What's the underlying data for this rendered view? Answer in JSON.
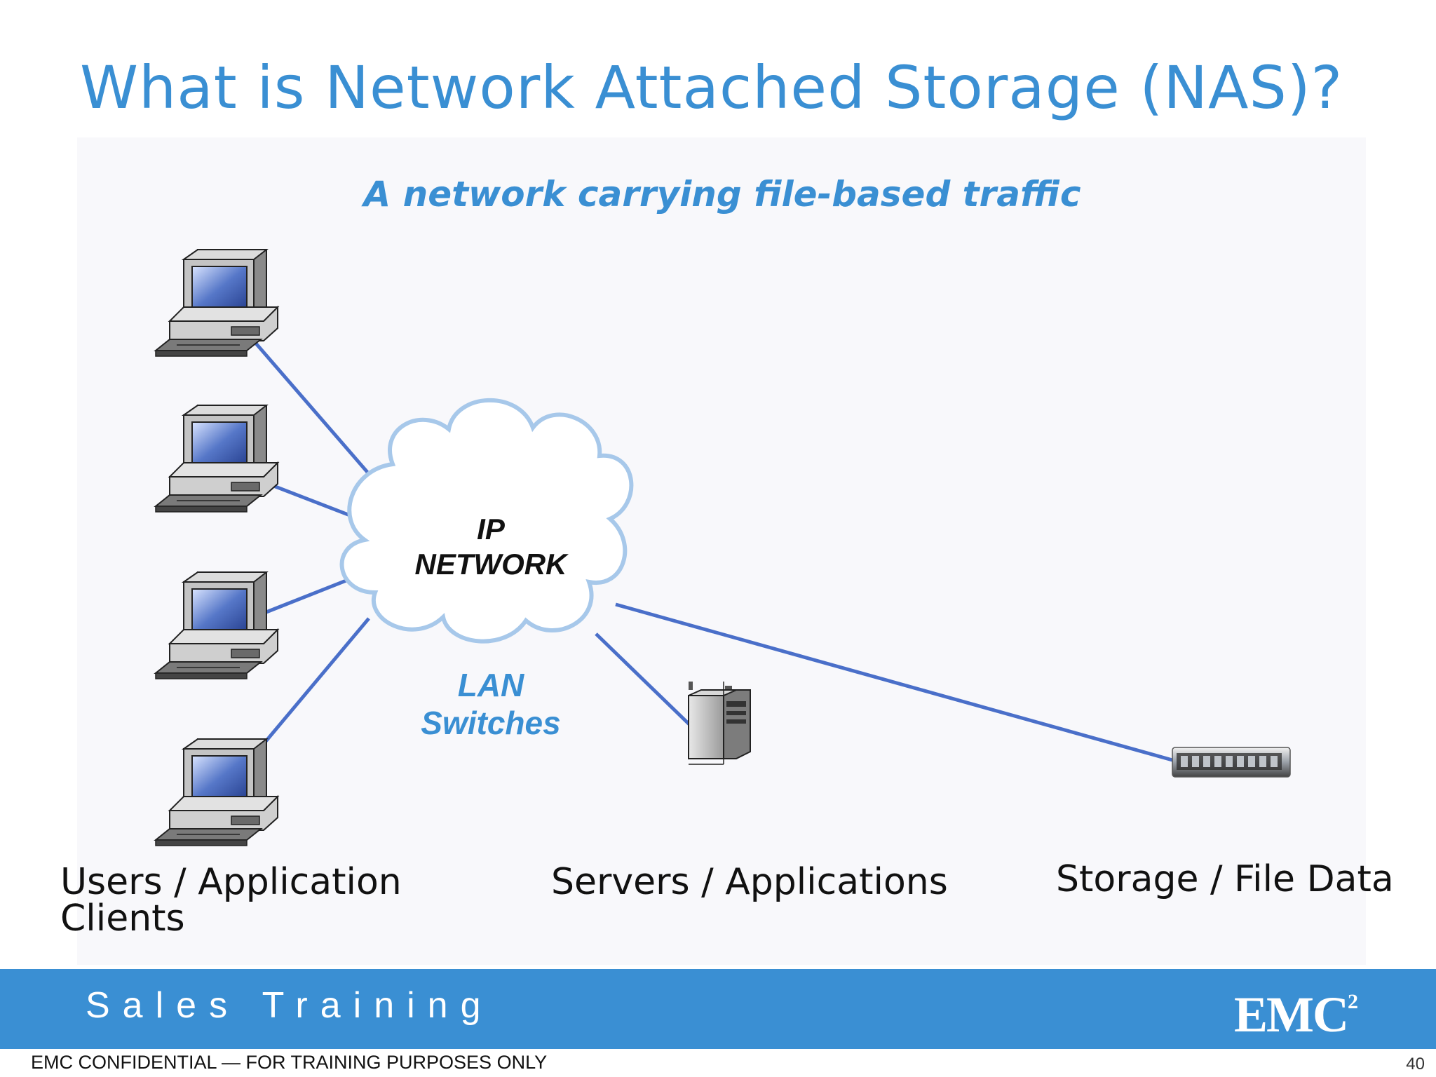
{
  "slide": {
    "title": "What is Network Attached Storage (NAS)?",
    "subtitle": "A network carrying file-based traffic"
  },
  "diagram": {
    "cloud": {
      "line1": "IP",
      "line2": "NETWORK"
    },
    "lan": {
      "line1": "LAN",
      "line2": "Switches"
    },
    "labels": {
      "users_line1": "Users / Application",
      "users_line2": "Clients",
      "servers": "Servers / Applications",
      "storage": "Storage / File Data"
    },
    "nodes": [
      "workstation-icon",
      "workstation-icon",
      "workstation-icon",
      "workstation-icon",
      "server-tower-icon",
      "storage-array-icon"
    ],
    "colors": {
      "link": "#4a6fc9",
      "cloud_border": "#a7c8ea",
      "accent": "#3a8fd3"
    }
  },
  "footer": {
    "tagline": "Sales Training",
    "logo": "EMC",
    "logo_sup": "2",
    "confidential": "EMC CONFIDENTIAL  —  FOR TRAINING PURPOSES ONLY",
    "page_number": "40"
  }
}
